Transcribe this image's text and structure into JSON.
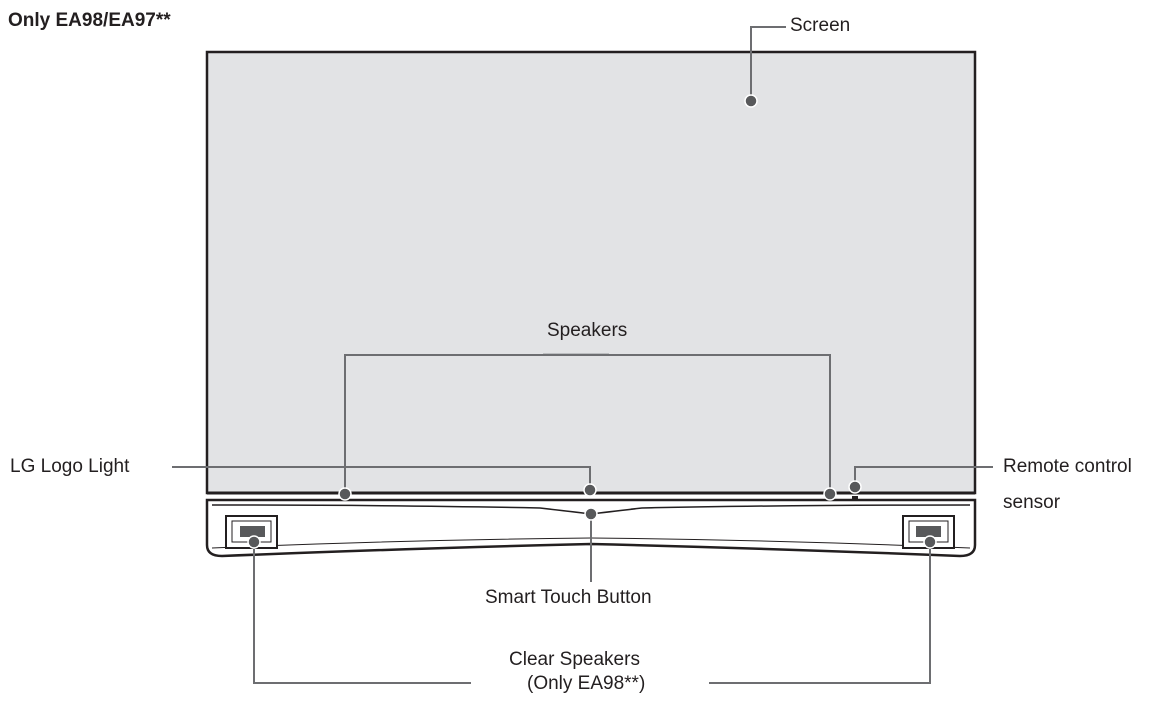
{
  "title": "Only EA98/EA97**",
  "labels": {
    "screen": "Screen",
    "speakers": "Speakers",
    "lg_logo_light": "LG Logo Light",
    "remote_sensor_line1": "Remote control",
    "remote_sensor_line2": "sensor",
    "smart_touch_button": "Smart Touch Button",
    "clear_speakers_line1": "Clear Speakers",
    "clear_speakers_line2": "(Only EA98**)"
  },
  "colors": {
    "screen_fill": "#e2e3e5",
    "outline": "#231f20",
    "leader": "#6d6e71",
    "dot": "#58595b"
  }
}
